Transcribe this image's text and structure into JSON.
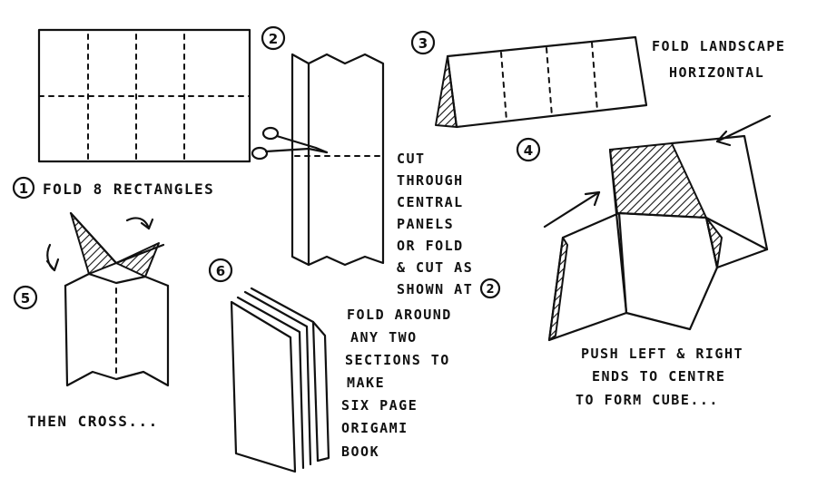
{
  "steps": {
    "s1": {
      "number": "1",
      "caption": "FOLD 8 RECTANGLES"
    },
    "s2": {
      "number": "2"
    },
    "s3": {
      "number": "3",
      "caption_line1": "FOLD LANDSCAPE",
      "caption_line2": "HORIZONTAL"
    },
    "s4": {
      "number": "4",
      "caption_lines": [
        "PUSH LEFT & RIGHT",
        "ENDS TO CENTRE",
        "TO FORM CUBE..."
      ]
    },
    "s5": {
      "number": "5",
      "caption": "THEN CROSS..."
    },
    "s6": {
      "number": "6",
      "caption_lines": [
        "FOLD AROUND",
        "ANY TWO",
        "SECTIONS TO",
        "MAKE",
        "SIX PAGE",
        "ORIGAMI",
        "BOOK"
      ]
    },
    "cut_note": {
      "lines": [
        "CUT",
        "THROUGH",
        "CENTRAL",
        "PANELS",
        "OR FOLD",
        "& CUT AS",
        "SHOWN AT"
      ],
      "ref": "2"
    }
  },
  "colors": {
    "ink": "#111111",
    "paper": "#ffffff"
  }
}
